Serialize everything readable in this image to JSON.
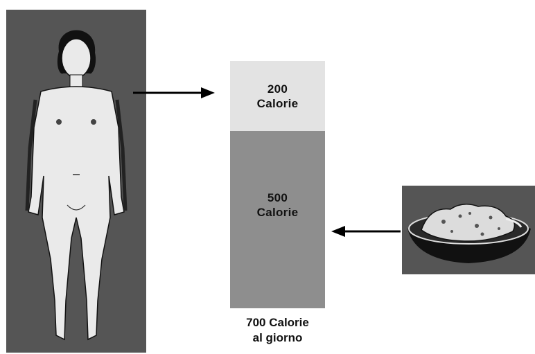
{
  "diagram": {
    "bar_segments": [
      {
        "value_label": "200",
        "unit_label": "Calorie"
      },
      {
        "value_label": "500",
        "unit_label": "Calorie"
      }
    ],
    "total_label": "700 Calorie",
    "total_sublabel": "al giorno"
  },
  "icons": {
    "figure": "woman-figure-icon",
    "food": "food-bowl-icon",
    "arrow_out": "arrow-right-icon",
    "arrow_in": "arrow-left-icon"
  },
  "colors": {
    "panel_bg": "#555555",
    "segment_top": "#e3e3e3",
    "segment_bottom": "#8e8e8e",
    "arrow": "#000000"
  }
}
